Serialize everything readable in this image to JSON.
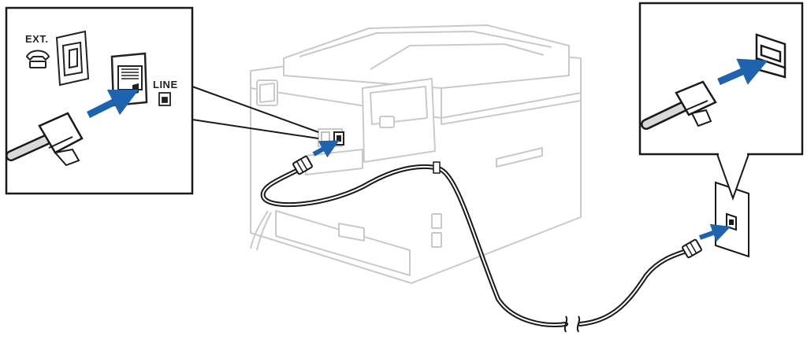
{
  "labels": {
    "ext": "EXT.",
    "line": "LINE"
  },
  "colors": {
    "arrow": "#1f62ad",
    "printer_outline": "#c9c9c9",
    "cable": "#1a1a1a",
    "callout_border": "#1a1a1a",
    "plug_fill": "#d9d9d9"
  },
  "icons": [
    "telephone-icon",
    "line-port-icon",
    "insert-arrow-icon",
    "wall-jack-icon",
    "phone-cord"
  ]
}
